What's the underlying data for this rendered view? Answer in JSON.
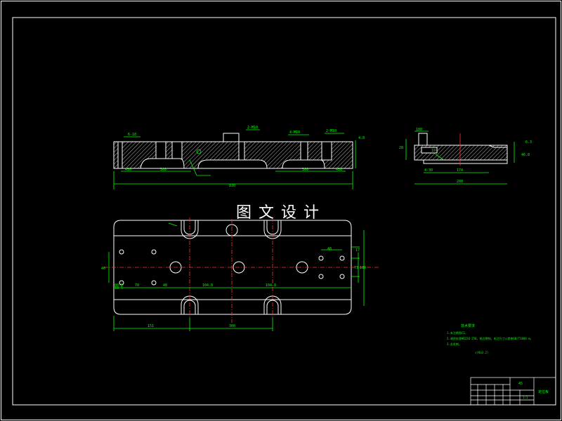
{
  "watermark": "图文设计",
  "colors": {
    "background": "#000000",
    "outline": "#ffffff",
    "dimension": "#00ff00",
    "centerline": "#ff3030",
    "hatch": "#ffffff"
  },
  "top_view": {
    "dims_overall": "830",
    "dims_left": [
      "430",
      "300"
    ],
    "dims_right": [
      "300",
      "430"
    ],
    "notes": [
      "6-18",
      "2-M10",
      "4-M10",
      "2-M10",
      "4.8"
    ]
  },
  "side_view": {
    "dims": [
      "28",
      "100",
      "10",
      "4-30",
      "174",
      "288",
      "6.3",
      "46.8"
    ]
  },
  "plan_view": {
    "dims_bottom": [
      "151",
      "300"
    ],
    "dims_middle": [
      "80.5",
      "70",
      "48",
      "104.8",
      "104.8"
    ],
    "dims_right": [
      "17",
      "48",
      "73",
      "100"
    ],
    "dims_left": [
      "40",
      "18.5"
    ]
  },
  "tech_notes": {
    "title": "技术要求",
    "lines": [
      "1.未注倒角C1。",
      "2.调质处理HB220-250，锐边倒钝，未注尺寸公差按GB/T1804-m。",
      "3.去毛刺。"
    ],
    "roughness": "√(Ra3.2)"
  },
  "title_block": {
    "part_name": "定位板",
    "material": "45",
    "scale": "1:1"
  }
}
